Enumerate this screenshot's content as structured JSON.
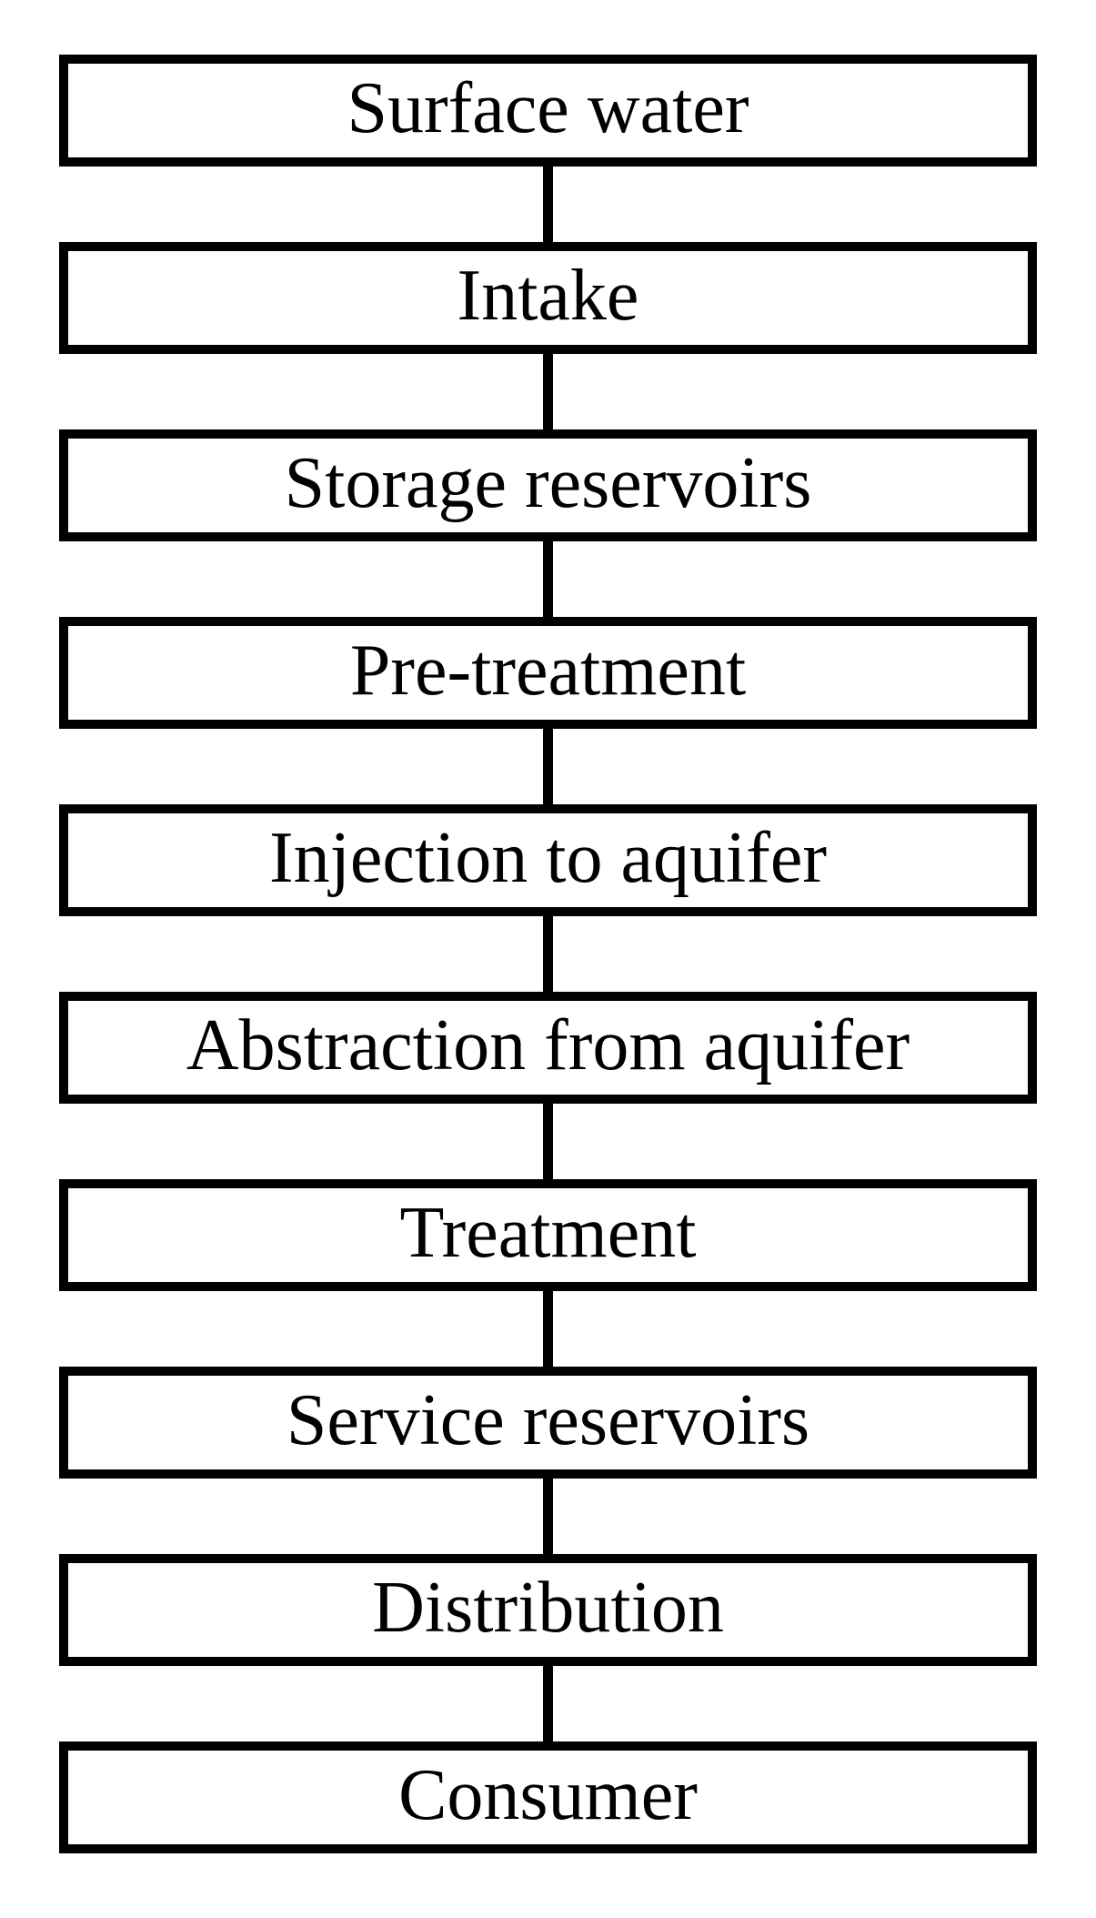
{
  "flowchart": {
    "type": "vertical-flow",
    "nodes": [
      {
        "label": "Surface water"
      },
      {
        "label": "Intake"
      },
      {
        "label": "Storage reservoirs"
      },
      {
        "label": "Pre-treatment"
      },
      {
        "label": "Injection to aquifer"
      },
      {
        "label": "Abstraction from aquifer"
      },
      {
        "label": "Treatment"
      },
      {
        "label": "Service reservoirs"
      },
      {
        "label": "Distribution"
      },
      {
        "label": "Consumer"
      }
    ],
    "edges": [
      {
        "from": "Surface water",
        "to": "Intake"
      },
      {
        "from": "Intake",
        "to": "Storage reservoirs"
      },
      {
        "from": "Storage reservoirs",
        "to": "Pre-treatment"
      },
      {
        "from": "Pre-treatment",
        "to": "Injection to aquifer"
      },
      {
        "from": "Injection to aquifer",
        "to": "Abstraction from aquifer"
      },
      {
        "from": "Abstraction from aquifer",
        "to": "Treatment"
      },
      {
        "from": "Treatment",
        "to": "Service reservoirs"
      },
      {
        "from": "Service reservoirs",
        "to": "Distribution"
      },
      {
        "from": "Distribution",
        "to": "Consumer"
      }
    ],
    "colors": {
      "border": "#000000",
      "fill": "#ffffff",
      "background": "#ffffff",
      "text": "#000000"
    }
  }
}
